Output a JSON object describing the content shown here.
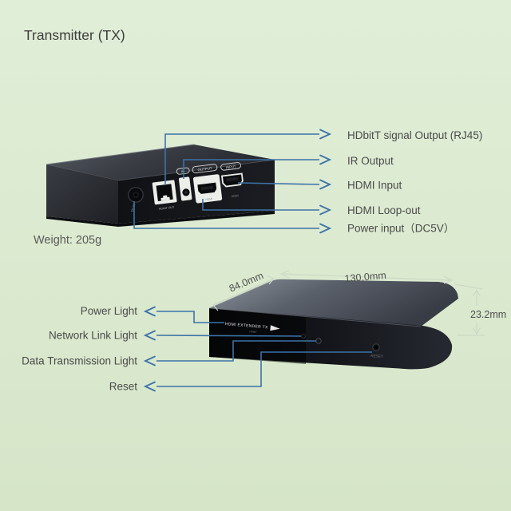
{
  "title": "Transmitter (TX)",
  "back_view": {
    "weight": "Weight: 205g",
    "callouts": [
      {
        "label": "HDbitT signal Output (RJ45)"
      },
      {
        "label": "IR Output"
      },
      {
        "label": "HDMI Input"
      },
      {
        "label": "HDMI Loop-out"
      },
      {
        "label": "Power input（DC5V）"
      }
    ],
    "port_labels": {
      "dc": "DC IN",
      "rj45": "HDbitT OUT",
      "ir_pill": "IR",
      "loopout_pill": "OUTPUT",
      "input_pill": "INPUT",
      "loopout_hdmi": "HDMI",
      "input_hdmi": "HDMI"
    }
  },
  "front_view": {
    "logo": "HDMI EXTENDER TX",
    "logo_sub": "HDbitT",
    "reset_print": "RESET",
    "dimensions": {
      "depth": "84.0mm",
      "width": "130.0mm",
      "height": "23.2mm"
    },
    "callouts": [
      {
        "label": "Power Light"
      },
      {
        "label": "Network Link Light"
      },
      {
        "label": "Data Transmission Light"
      },
      {
        "label": "Reset"
      }
    ]
  },
  "colors": {
    "background": "#dbe9cf",
    "callout_line": "#3c73a8",
    "label_text": "#4a4a4a"
  }
}
